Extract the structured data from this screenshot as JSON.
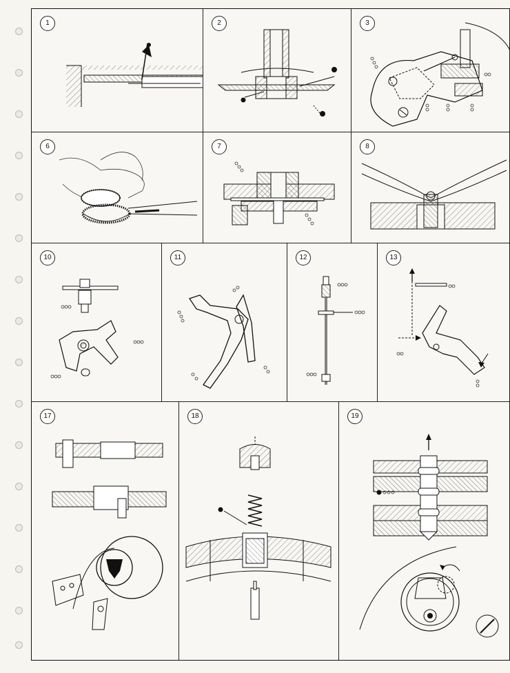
{
  "figures": [
    {
      "id": "fig-1",
      "number": "1"
    },
    {
      "id": "fig-2",
      "number": "2"
    },
    {
      "id": "fig-3",
      "number": "3"
    },
    {
      "id": "fig-6",
      "number": "6"
    },
    {
      "id": "fig-7",
      "number": "7"
    },
    {
      "id": "fig-8",
      "number": "8"
    },
    {
      "id": "fig-10",
      "number": "10"
    },
    {
      "id": "fig-11",
      "number": "11"
    },
    {
      "id": "fig-12",
      "number": "12"
    },
    {
      "id": "fig-13",
      "number": "13"
    },
    {
      "id": "fig-17",
      "number": "17"
    },
    {
      "id": "fig-18",
      "number": "18"
    },
    {
      "id": "fig-19",
      "number": "19"
    }
  ],
  "colors": {
    "paper": "#f6f5f0",
    "ink": "#111111",
    "hatch": "#555555"
  }
}
